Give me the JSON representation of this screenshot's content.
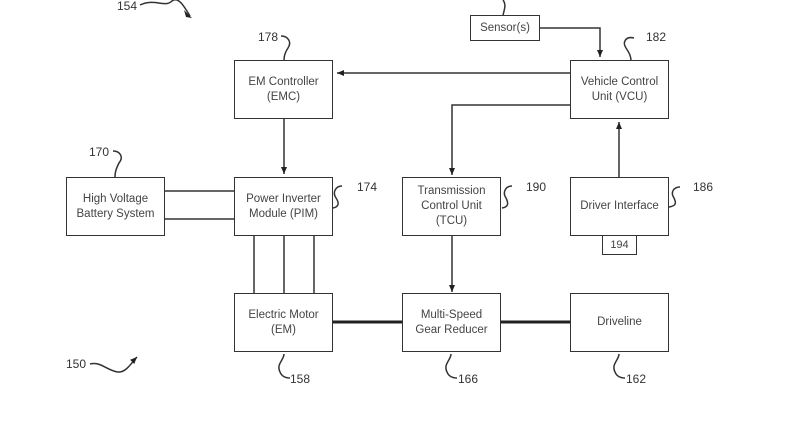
{
  "diagram": {
    "type": "patent block diagram",
    "blocks": {
      "sensors": {
        "lines": [
          "Sensor(s)"
        ]
      },
      "emc": {
        "lines": [
          "EM Controller",
          "(EMC)"
        ],
        "ref": "178"
      },
      "vcu": {
        "lines": [
          "Vehicle Control",
          "Unit (VCU)"
        ],
        "ref": "182"
      },
      "battery": {
        "lines": [
          "High Voltage",
          "Battery System"
        ],
        "ref": "170"
      },
      "pim": {
        "lines": [
          "Power Inverter",
          "Module (PIM)"
        ],
        "ref": "174"
      },
      "tcu": {
        "lines": [
          "Transmission",
          "Control Unit",
          "(TCU)"
        ],
        "ref": "190"
      },
      "driver": {
        "lines": [
          "Driver Interface"
        ],
        "ref": "186"
      },
      "driver_sub": {
        "lines": [
          "194"
        ]
      },
      "motor": {
        "lines": [
          "Electric Motor",
          "(EM)"
        ],
        "ref": "158"
      },
      "reducer": {
        "lines": [
          "Multi-Speed",
          "Gear Reducer"
        ],
        "ref": "166"
      },
      "driveline": {
        "lines": [
          "Driveline"
        ],
        "ref": "162"
      }
    },
    "refs": {
      "system_top": "154",
      "system_bottom": "150"
    },
    "connections": [
      {
        "from": "sensors",
        "to": "vcu",
        "type": "arrow"
      },
      {
        "from": "vcu",
        "to": "emc",
        "type": "arrow"
      },
      {
        "from": "vcu",
        "to": "tcu",
        "type": "arrow"
      },
      {
        "from": "driver",
        "to": "vcu",
        "type": "arrow"
      },
      {
        "from": "emc",
        "to": "pim",
        "type": "arrow"
      },
      {
        "from": "battery",
        "to": "pim",
        "type": "double-line"
      },
      {
        "from": "pim",
        "to": "motor",
        "type": "triple-line"
      },
      {
        "from": "tcu",
        "to": "reducer",
        "type": "arrow"
      },
      {
        "from": "motor",
        "to": "reducer",
        "type": "shaft"
      },
      {
        "from": "reducer",
        "to": "driveline",
        "type": "shaft"
      }
    ]
  }
}
